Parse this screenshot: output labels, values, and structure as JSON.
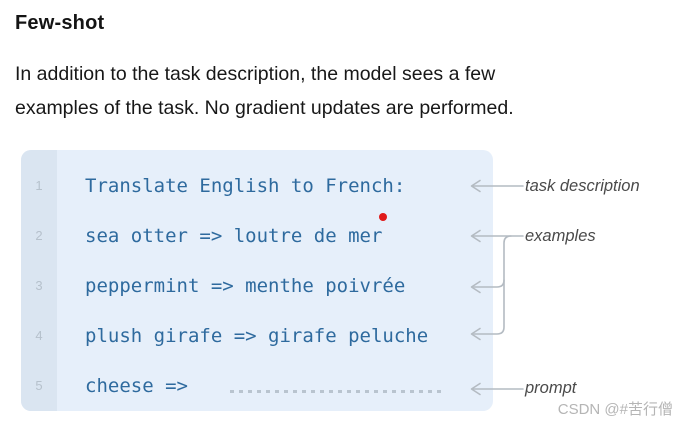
{
  "header": {
    "title": "Few-shot",
    "description_line1": "In addition to the task description, the model sees a few",
    "description_line2": "examples of the task. No gradient updates are performed."
  },
  "code_panel": {
    "lines": [
      {
        "number": "1",
        "text": "Translate English to French:"
      },
      {
        "number": "2",
        "text": "sea otter => loutre de mer"
      },
      {
        "number": "3",
        "text": "peppermint => menthe poivrée"
      },
      {
        "number": "4",
        "text": "plush girafe => girafe peluche"
      },
      {
        "number": "5",
        "text": "cheese =>"
      }
    ]
  },
  "annotations": {
    "task_description": "task description",
    "examples": "examples",
    "prompt": "prompt"
  },
  "watermark": "CSDN @#苦行僧",
  "colors": {
    "panel_bg": "#e6effa",
    "gutter_bg": "#dae5f1",
    "code_text": "#2e6a9e",
    "line_number": "#b6c1cc",
    "arrow": "#b4bbc2",
    "label_text": "#4a4a4a",
    "dotted_line": "#b9c4cf",
    "red_dot": "#e01a1a",
    "watermark_text": "#b5b5b5"
  }
}
